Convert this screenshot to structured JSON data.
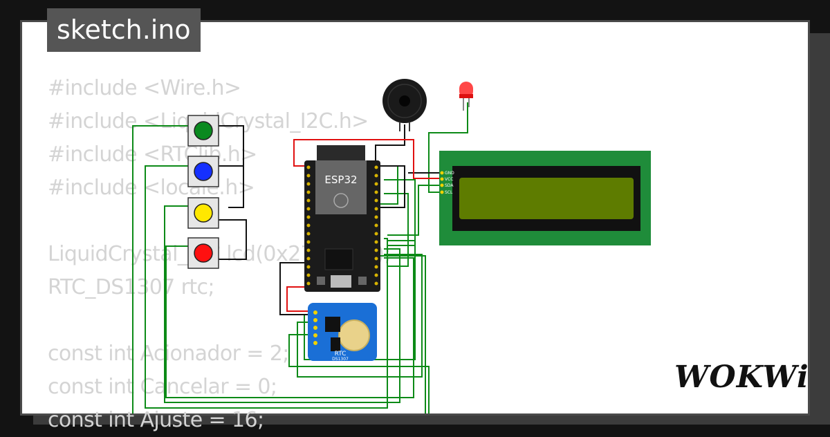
{
  "file_tab": {
    "name": "sketch.ino"
  },
  "code_lines": [
    "#include <Wire.h>",
    "#include <LiquidCrystal_I2C.h>",
    "#include <RTClib.h>",
    "#include <locale.h>",
    "",
    "LiquidCrystal_I2C lcd(0x27, 16, 2);",
    "RTC_DS1307 rtc;",
    "",
    "const int Acionador = 2;",
    "const int Cancelar = 0;",
    "const int Ajuste = 16;"
  ],
  "components": {
    "mcu_label": "ESP32",
    "rtc_label": "RTC",
    "rtc_model": "DS1307",
    "lcd_pins": [
      "GND",
      "VCC",
      "SDA",
      "SCL"
    ],
    "buttons": [
      {
        "color": "#0a8a1f",
        "name": "green"
      },
      {
        "color": "#1530ff",
        "name": "blue"
      },
      {
        "color": "#ffe800",
        "name": "yellow"
      },
      {
        "color": "#ff1010",
        "name": "red"
      }
    ],
    "lcd_screen_color": "#5e7c00",
    "lcd_board_color": "#1f8c3a",
    "wire_green": "#0c8a17",
    "wire_red": "#e01010",
    "wire_black": "#111111"
  },
  "brand": {
    "logo_text": "WOKWi"
  }
}
